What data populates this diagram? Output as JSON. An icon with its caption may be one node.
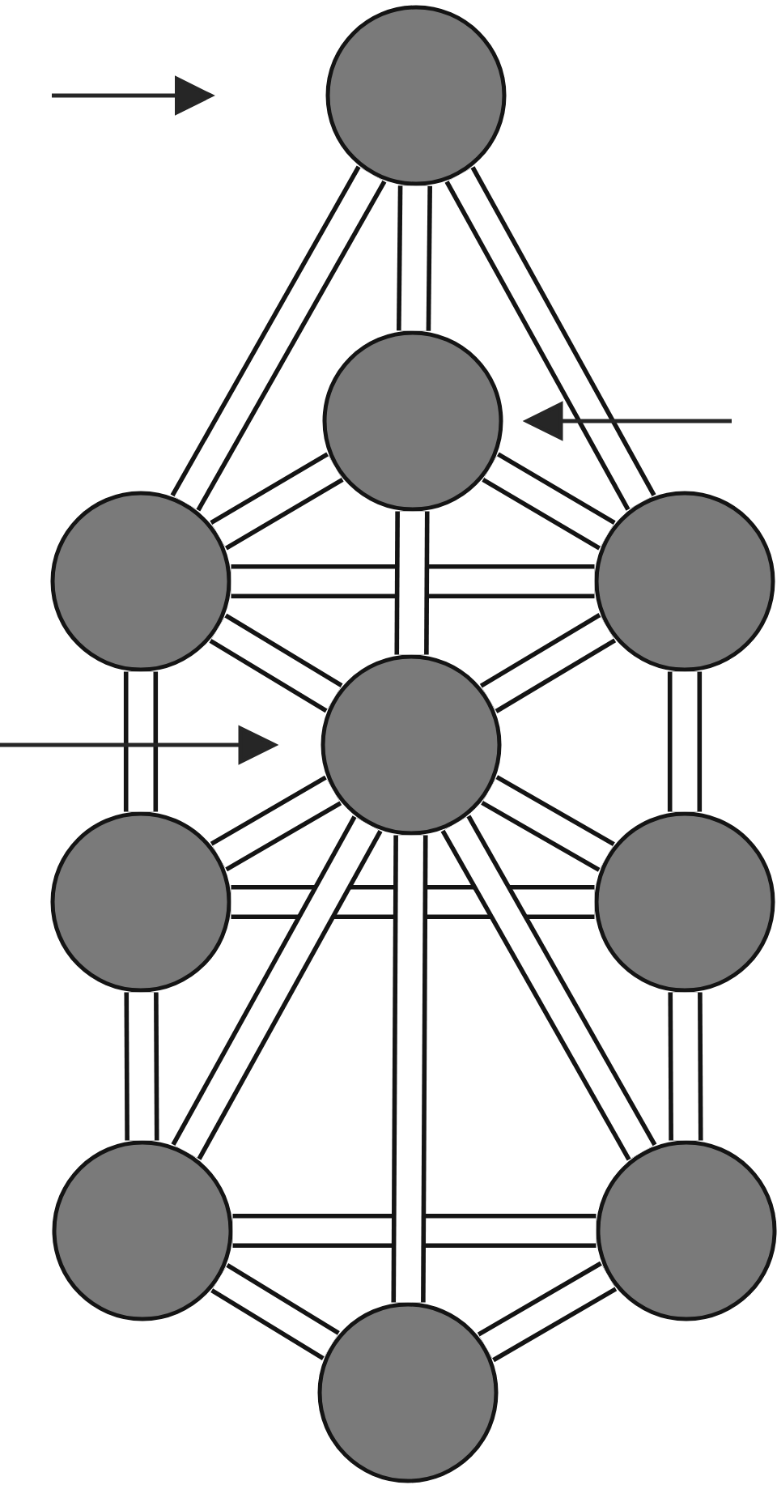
{
  "diagram": {
    "nodes": [
      {
        "text": [],
        "shape": "circle"
      },
      {
        "text": [],
        "shape": "circle"
      },
      {
        "text": [],
        "shape": "circle"
      },
      {
        "text": [],
        "shape": "circle"
      },
      {
        "text": [],
        "shape": "circle"
      },
      {
        "text": [],
        "shape": "circle"
      },
      {
        "text": [],
        "shape": "circle"
      },
      {
        "text": [],
        "shape": "circle"
      },
      {
        "text": [],
        "shape": "circle"
      },
      {
        "text": [],
        "shape": "circle"
      }
    ],
    "edges": [
      {
        "from": 2,
        "to": 3,
        "arrow": "none"
      },
      {
        "from": 5,
        "to": 6,
        "arrow": "none"
      },
      {
        "from": 7,
        "to": 8,
        "arrow": "none"
      },
      {
        "from": 0,
        "to": 1,
        "arrow": "none"
      },
      {
        "from": 0,
        "to": 2,
        "arrow": "none"
      },
      {
        "from": 0,
        "to": 3,
        "arrow": "none"
      },
      {
        "from": 1,
        "to": 2,
        "arrow": "none"
      },
      {
        "from": 1,
        "to": 3,
        "arrow": "none"
      },
      {
        "from": 1,
        "to": 4,
        "arrow": "none"
      },
      {
        "from": 2,
        "to": 4,
        "arrow": "none"
      },
      {
        "from": 3,
        "to": 4,
        "arrow": "none"
      },
      {
        "from": 2,
        "to": 5,
        "arrow": "none"
      },
      {
        "from": 3,
        "to": 6,
        "arrow": "none"
      },
      {
        "from": 4,
        "to": 5,
        "arrow": "none"
      },
      {
        "from": 4,
        "to": 6,
        "arrow": "none"
      },
      {
        "from": 4,
        "to": 7,
        "arrow": "none"
      },
      {
        "from": 4,
        "to": 8,
        "arrow": "none"
      },
      {
        "from": 4,
        "to": 9,
        "arrow": "none"
      },
      {
        "from": 5,
        "to": 7,
        "arrow": "none"
      },
      {
        "from": 6,
        "to": 8,
        "arrow": "none"
      },
      {
        "from": 7,
        "to": 9,
        "arrow": "none"
      },
      {
        "from": 8,
        "to": 9,
        "arrow": "none"
      },
      {
        "from": null,
        "to": 1,
        "arrow": "to"
      },
      {
        "from": null,
        "to": 4,
        "arrow": "to"
      }
    ]
  }
}
